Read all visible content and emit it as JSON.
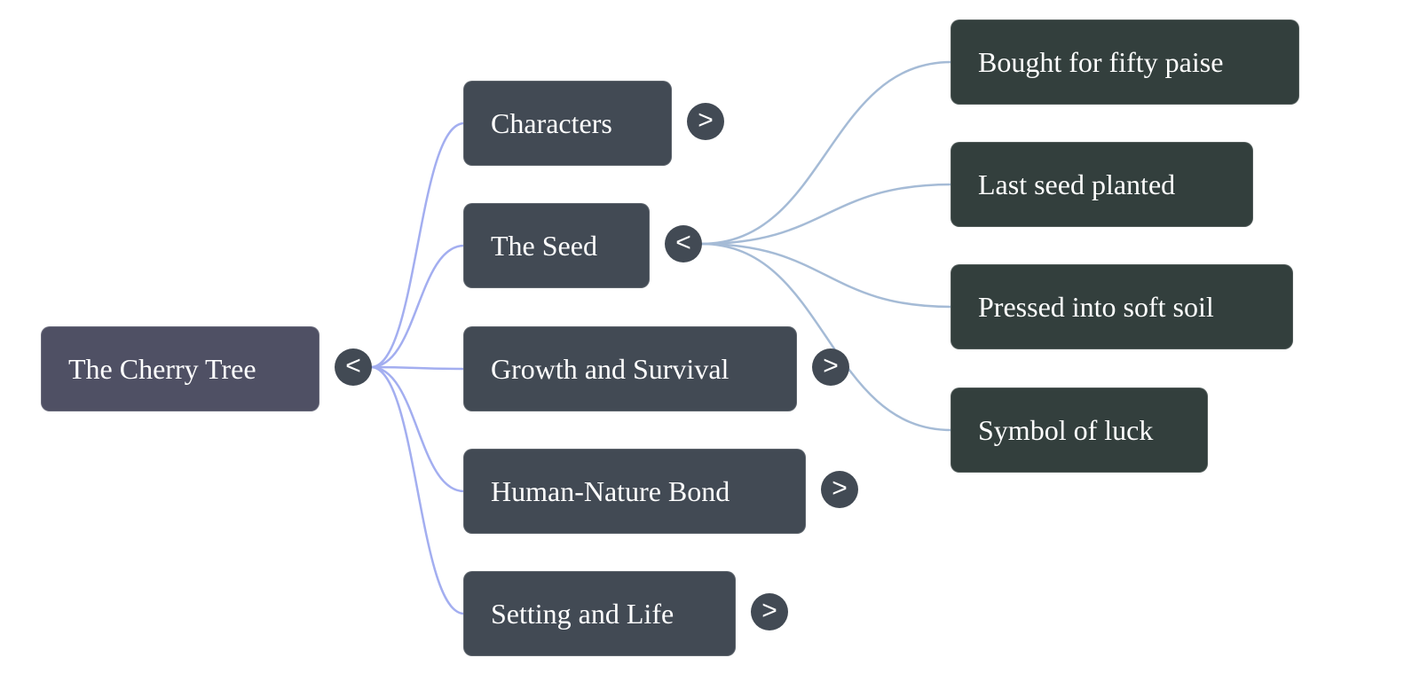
{
  "colors": {
    "root_fill": "#4f5064",
    "branch_fill": "#424a54",
    "leaf_fill": "#333f3d",
    "root_edge": "#a3aef0",
    "branch_edge": "#a5bbd6",
    "text": "#ffffff"
  },
  "root": {
    "label": "The Cherry Tree",
    "toggle": "<",
    "state": "expanded"
  },
  "branches": [
    {
      "label": "Characters",
      "toggle": ">",
      "state": "collapsed"
    },
    {
      "label": "The Seed",
      "toggle": "<",
      "state": "expanded",
      "children": [
        {
          "label": "Bought for fifty paise"
        },
        {
          "label": "Last seed planted"
        },
        {
          "label": "Pressed into soft soil"
        },
        {
          "label": "Symbol of luck"
        }
      ]
    },
    {
      "label": "Growth and Survival",
      "toggle": ">",
      "state": "collapsed"
    },
    {
      "label": "Human-Nature Bond",
      "toggle": ">",
      "state": "collapsed"
    },
    {
      "label": "Setting and Life",
      "toggle": ">",
      "state": "collapsed"
    }
  ]
}
